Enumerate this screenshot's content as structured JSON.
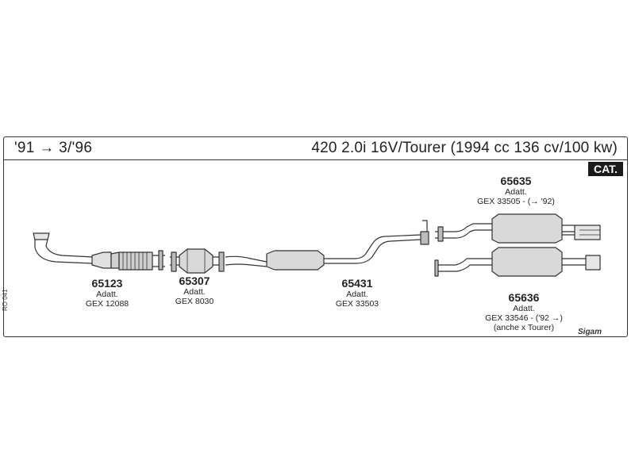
{
  "header": {
    "years": "'91 → 3/'96",
    "model": "420 2.0i 16V/Tourer (1994 cc 136 cv/100 kw)",
    "cat_badge": "CAT."
  },
  "parts": [
    {
      "number": "65123",
      "lines": [
        "Adatt.",
        "GEX 12088"
      ]
    },
    {
      "number": "65307",
      "lines": [
        "Adatt.",
        "GEX 8030"
      ]
    },
    {
      "number": "65431",
      "lines": [
        "Adatt.",
        "GEX 33503"
      ]
    },
    {
      "number": "65635",
      "lines": [
        "Adatt.",
        "GEX 33505 - (→ '92)"
      ]
    },
    {
      "number": "65636",
      "lines": [
        "Adatt.",
        "GEX 33546 - ('92 →)",
        "(anche x Tourer)"
      ]
    }
  ],
  "side_ref": "RO 041",
  "brand": "Sigam",
  "colors": {
    "line": "#333333",
    "fill": "#d9d9d9",
    "badge": "#1a1a1a"
  }
}
